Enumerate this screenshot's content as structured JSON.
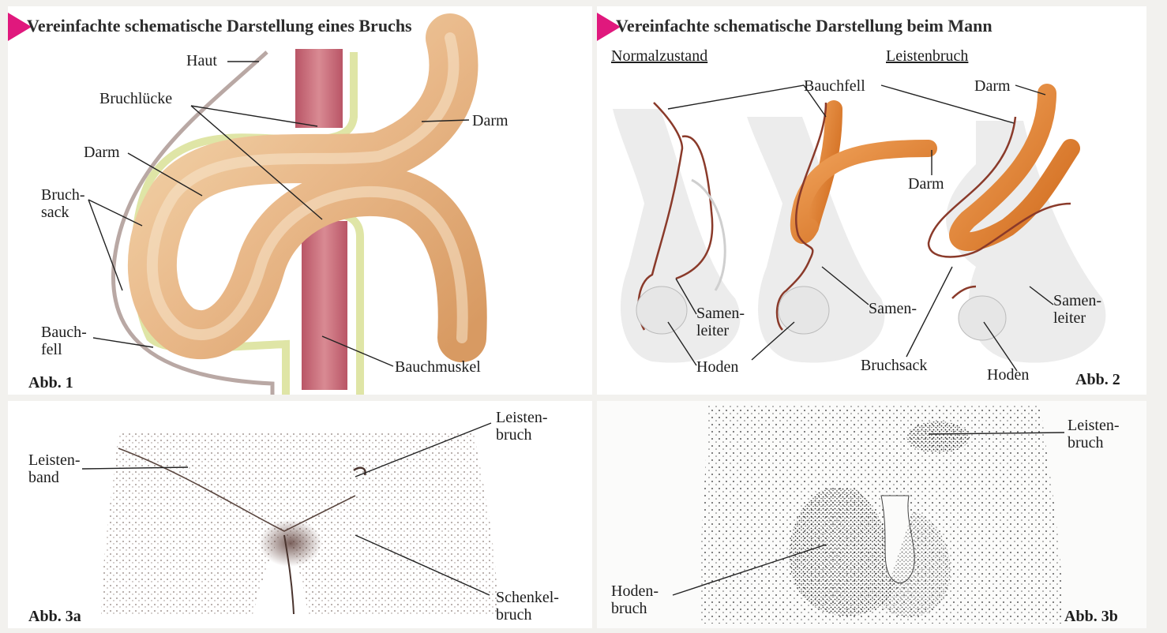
{
  "panel1": {
    "title": "Vereinfachte schematische Darstellung eines Bruchs",
    "labels": {
      "haut": "Haut",
      "bruchluecke": "Bruchlücke",
      "darm_right": "Darm",
      "darm_left": "Darm",
      "bruchsack": "Bruch-\nsack",
      "bauchfell": "Bauch-\nfell",
      "bauchmuskel": "Bauchmuskel"
    },
    "figure": "Abb. 1"
  },
  "panel2": {
    "title": "Vereinfachte schematische Darstellung beim Mann",
    "subtitle_normal": "Normalzustand",
    "subtitle_hernia": "Leistenbruch",
    "labels": {
      "bauchfell": "Bauchfell",
      "darm_top": "Darm",
      "darm_mid": "Darm",
      "samenleiter_1": "Samen-\nleiter",
      "samen_2": "Samen-",
      "samenleiter_3": "Samen-\nleiter",
      "hoden_1": "Hoden",
      "bruchsack": "Bruchsack",
      "hoden_2": "Hoden"
    },
    "figure": "Abb. 2"
  },
  "panel3a": {
    "labels": {
      "leistenband": "Leisten-\nband",
      "leistenbruch": "Leisten-\nbruch",
      "schenkelbruch": "Schenkel-\nbruch"
    },
    "figure": "Abb. 3a"
  },
  "panel3b": {
    "labels": {
      "leistenbruch": "Leisten-\nbruch",
      "hodenbruch": "Hoden-\nbruch"
    },
    "figure": "Abb. 3b"
  },
  "colors": {
    "accent_triangle": "#e0187d",
    "intestine": "#e8b47c",
    "peritoneum": "#dfe5a6",
    "muscle": "#c86a77",
    "hernia_orange": "#e07a2a",
    "outline": "#8a3a2a"
  }
}
